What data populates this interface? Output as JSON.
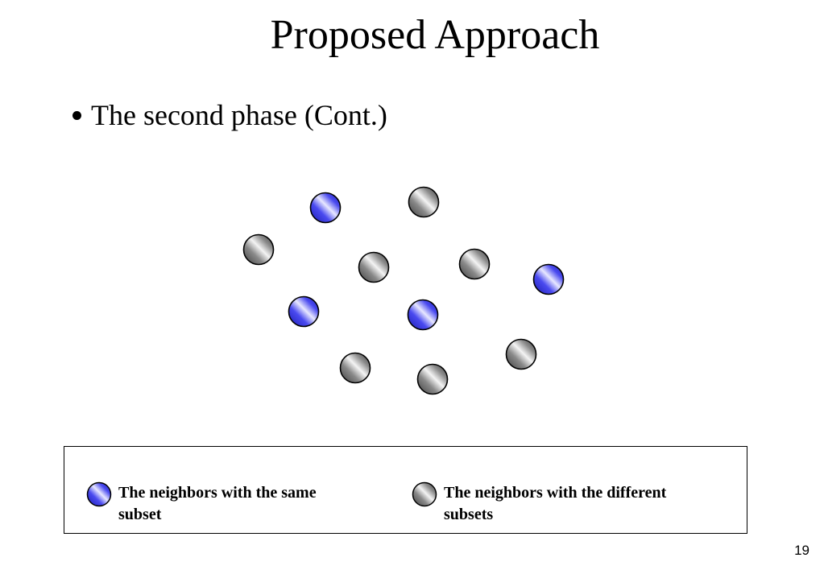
{
  "slide": {
    "title": "Proposed Approach",
    "bullet": "The second phase (Cont.)",
    "page_number": "19"
  },
  "colors": {
    "same_subset": "#3838e0",
    "different_subset": "#7a7a7a",
    "outline": "#000000"
  },
  "nodes": [
    {
      "group": "same_subset"
    },
    {
      "group": "different_subset"
    },
    {
      "group": "different_subset"
    },
    {
      "group": "different_subset"
    },
    {
      "group": "different_subset"
    },
    {
      "group": "same_subset"
    },
    {
      "group": "same_subset"
    },
    {
      "group": "same_subset"
    },
    {
      "group": "different_subset"
    },
    {
      "group": "different_subset"
    },
    {
      "group": "different_subset"
    }
  ],
  "legend": {
    "same_label": "The neighbors with the same subset",
    "different_label": "The neighbors with the different subsets"
  }
}
